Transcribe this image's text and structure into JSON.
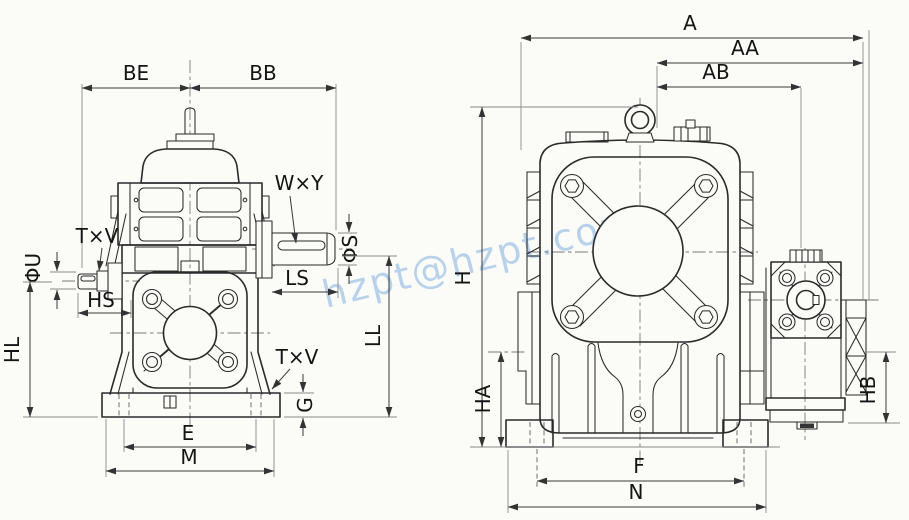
{
  "watermark": "hzpt@hzpt.com",
  "colors": {
    "line": "#2a2a2a",
    "dimension": "#3a3a3a",
    "watermark": "#8ab7e2",
    "background": "#fbfbf8"
  },
  "left_view": {
    "description": "worm gear reducer side elevation",
    "labels": {
      "be": "BE",
      "bb": "BB",
      "wxy": "W×Y",
      "txv_input": "T×V",
      "txv_base": "T×V",
      "phi_u": "ΦU",
      "phi_s": "ΦS",
      "hs": "HS",
      "ls": "LS",
      "hl": "HL",
      "ll": "LL",
      "g": "G",
      "e": "E",
      "m": "M"
    }
  },
  "right_view": {
    "description": "worm gear reducer front elevation",
    "labels": {
      "a": "A",
      "aa": "AA",
      "ab": "AB",
      "h": "H",
      "ha": "HA",
      "hb": "HB",
      "f": "F",
      "n": "N"
    }
  }
}
